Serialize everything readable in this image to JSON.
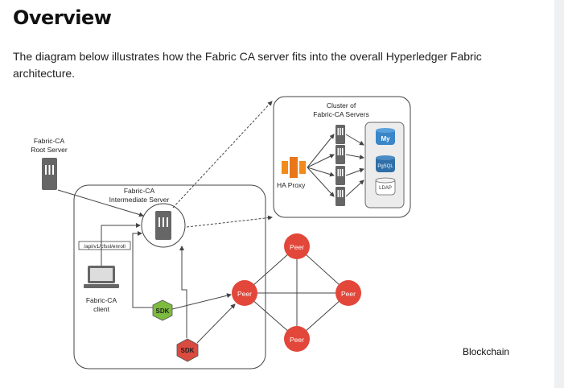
{
  "heading": "Overview",
  "intro": "The diagram below illustrates how the Fabric CA server fits into the overall Hyperledger Fabric architecture.",
  "diagram": {
    "cluster_title_1": "Cluster of",
    "cluster_title_2": "Fabric-CA Servers",
    "ha_proxy": "HA Proxy",
    "db_mysql": "My",
    "db_pgsql": "PgSQL",
    "db_ldap": "LDAP",
    "root_server_1": "Fabric-CA",
    "root_server_2": "Root Server",
    "intermediate_1": "Fabric-CA",
    "intermediate_2": "Intermediate Server",
    "enroll_path": "/api/v1/cfssl/enroll",
    "client_1": "Fabric-CA",
    "client_2": "client",
    "sdk": "SDK",
    "peer": "Peer",
    "blockchain": "Blockchain",
    "colors": {
      "peer": "#e2473a",
      "sdk_green": "#7dbb3f",
      "sdk_red": "#d94a3f",
      "proxy": "#f28a1c",
      "server": "#666666",
      "db_blue": "#3a86c8"
    }
  }
}
